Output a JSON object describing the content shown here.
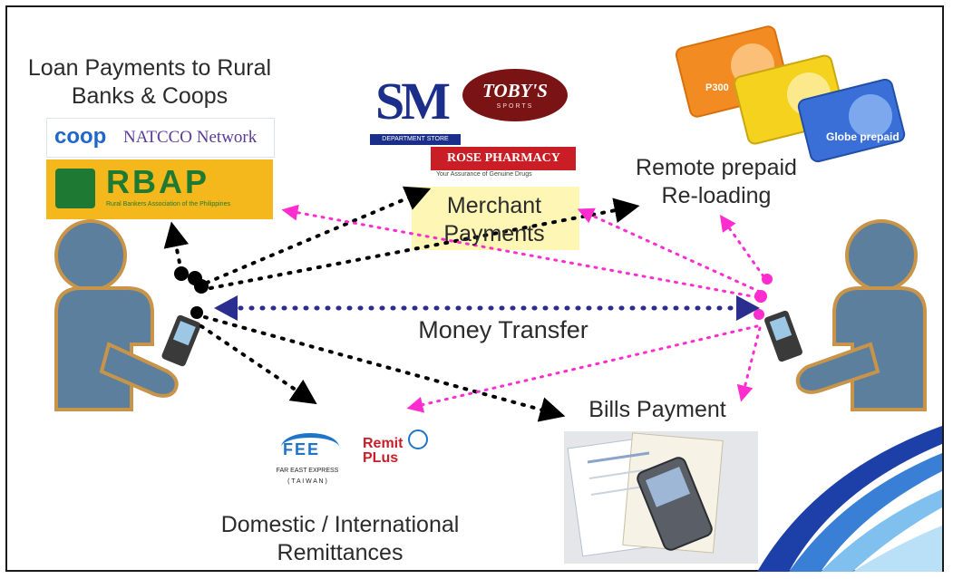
{
  "labels": {
    "loan_payments": "Loan Payments to Rural Banks & Coops",
    "merchant_payments": "Merchant Payments",
    "remote_prepaid": "Remote prepaid Re-loading",
    "money_transfer": "Money Transfer",
    "bills_payment": "Bills Payment",
    "remittances": "Domestic / International Remittances"
  },
  "logos": {
    "natcco_coop": "coop",
    "natcco_network": "NATCCO Network",
    "rbap": "RBAP",
    "rbap_sub": "Rural Bankers Association of the Philippines",
    "sm": "SM",
    "sm_sub": "DEPARTMENT STORE",
    "tobys": "TOBY'S",
    "tobys_sub": "SPORTS",
    "rose_pharmacy": "ROSE PHARMACY",
    "rose_sub": "Your Assurance of Genuine Drugs",
    "fee": "FEE",
    "fee_sub1": "FAR EAST EXPRESS",
    "fee_sub2": "( T A I W A N )",
    "remit_plus": "Remit PLus",
    "globe_card_value": "P300",
    "globe_brand": "Globe prepaid"
  },
  "colors": {
    "person_fill": "#5b7f9c",
    "person_outline": "#c8944a",
    "black_arrow": "#000000",
    "pink_arrow": "#ff2ccf",
    "navy_arrow": "#2b2e8f",
    "merchant_box": "#fdf6b5",
    "rbap_bg": "#f5b81c",
    "rbap_green": "#1e7a32"
  },
  "icons": [
    "person-left-icon",
    "person-right-icon",
    "phone-icon",
    "globe-card-icon",
    "bill-docs-icon",
    "swoosh-decoration"
  ]
}
